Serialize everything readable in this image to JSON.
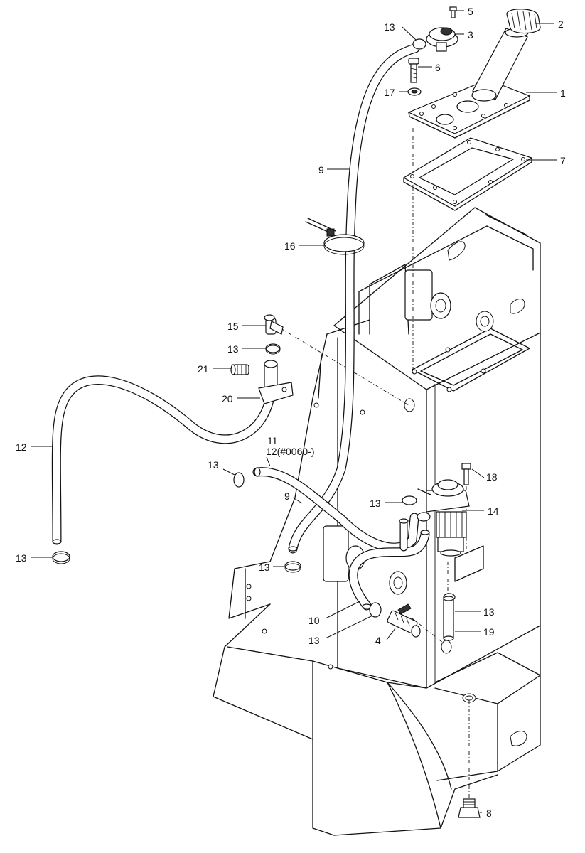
{
  "labels": {
    "l1": "1",
    "l2": "2",
    "l3": "3",
    "l4": "4",
    "l5": "5",
    "l6": "6",
    "l7": "7",
    "l8": "8",
    "l9a": "9",
    "l9b": "9",
    "l10": "10",
    "l11": "11",
    "l12a": "12(#0060-)",
    "l12b": "12",
    "l13a": "13",
    "l13b": "13",
    "l13c": "13",
    "l13d": "13",
    "l13e": "13",
    "l13f": "13",
    "l13g": "13",
    "l13h": "13",
    "l14": "14",
    "l15": "15",
    "l16": "16",
    "l17": "17",
    "l18": "18",
    "l19": "19",
    "l20": "20",
    "l21": "21"
  }
}
